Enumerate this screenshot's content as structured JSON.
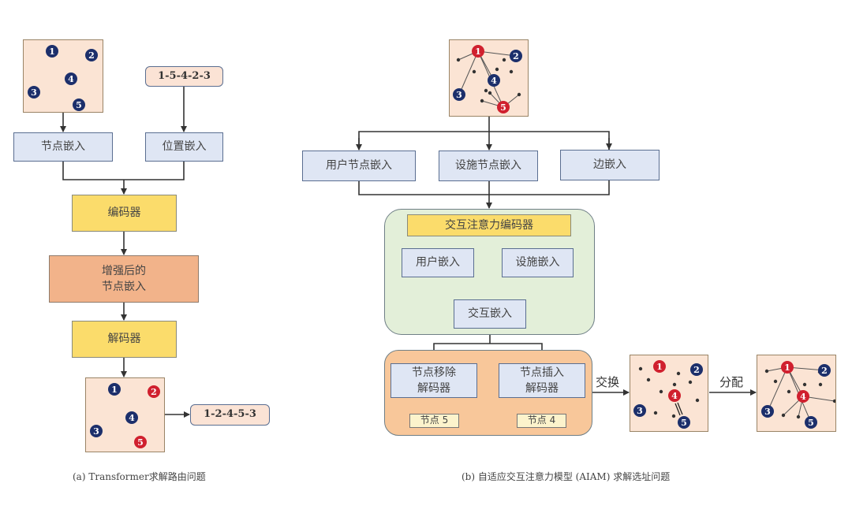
{
  "panel_a": {
    "initial_nodes": [
      {
        "id": "1",
        "color": "blue"
      },
      {
        "id": "2",
        "color": "blue"
      },
      {
        "id": "3",
        "color": "blue"
      },
      {
        "id": "4",
        "color": "blue"
      },
      {
        "id": "5",
        "color": "blue"
      }
    ],
    "sequence_input": "1-5-4-2-3",
    "node_embedding": "节点嵌入",
    "position_embedding": "位置嵌入",
    "encoder": "编码器",
    "enhanced_embedding_line1": "增强后的",
    "enhanced_embedding_line2": "节点嵌入",
    "decoder": "解码器",
    "result_nodes": [
      {
        "id": "1",
        "color": "blue"
      },
      {
        "id": "2",
        "color": "red"
      },
      {
        "id": "3",
        "color": "blue"
      },
      {
        "id": "4",
        "color": "blue"
      },
      {
        "id": "5",
        "color": "red"
      }
    ],
    "sequence_output": "1-2-4-5-3",
    "caption": "(a) Transformer求解路由问题"
  },
  "panel_b": {
    "initial_nodes": [
      {
        "id": "1",
        "color": "red"
      },
      {
        "id": "2",
        "color": "blue"
      },
      {
        "id": "3",
        "color": "blue"
      },
      {
        "id": "4",
        "color": "blue"
      },
      {
        "id": "5",
        "color": "red"
      }
    ],
    "user_node_embedding": "用户节点嵌入",
    "facility_node_embedding": "设施节点嵌入",
    "edge_embedding": "边嵌入",
    "interactive_attention_encoder": "交互注意力编码器",
    "user_embedding": "用户嵌入",
    "facility_embedding": "设施嵌入",
    "interactive_embedding": "交互嵌入",
    "node_removal_decoder_line1": "节点移除",
    "node_removal_decoder_line2": "解码器",
    "node_insertion_decoder_line1": "节点插入",
    "node_insertion_decoder_line2": "解码器",
    "removed_node": "节点 5",
    "inserted_node": "节点 4",
    "swap_label": "交换",
    "assign_label": "分配",
    "swap_nodes": [
      {
        "id": "1",
        "color": "red"
      },
      {
        "id": "2",
        "color": "blue"
      },
      {
        "id": "3",
        "color": "blue"
      },
      {
        "id": "4",
        "color": "red"
      },
      {
        "id": "5",
        "color": "blue"
      }
    ],
    "assigned_nodes": [
      {
        "id": "1",
        "color": "red"
      },
      {
        "id": "2",
        "color": "blue"
      },
      {
        "id": "3",
        "color": "blue"
      },
      {
        "id": "4",
        "color": "red"
      },
      {
        "id": "5",
        "color": "blue"
      }
    ],
    "caption": "(b) 自适应交互注意力模型 (AIAM) 求解选址问题"
  },
  "colors": {
    "node_blue": "#1c2f6b",
    "node_red": "#d0202e",
    "dashed_forward": "#f08a3a",
    "dashed_backward": "#333333"
  }
}
